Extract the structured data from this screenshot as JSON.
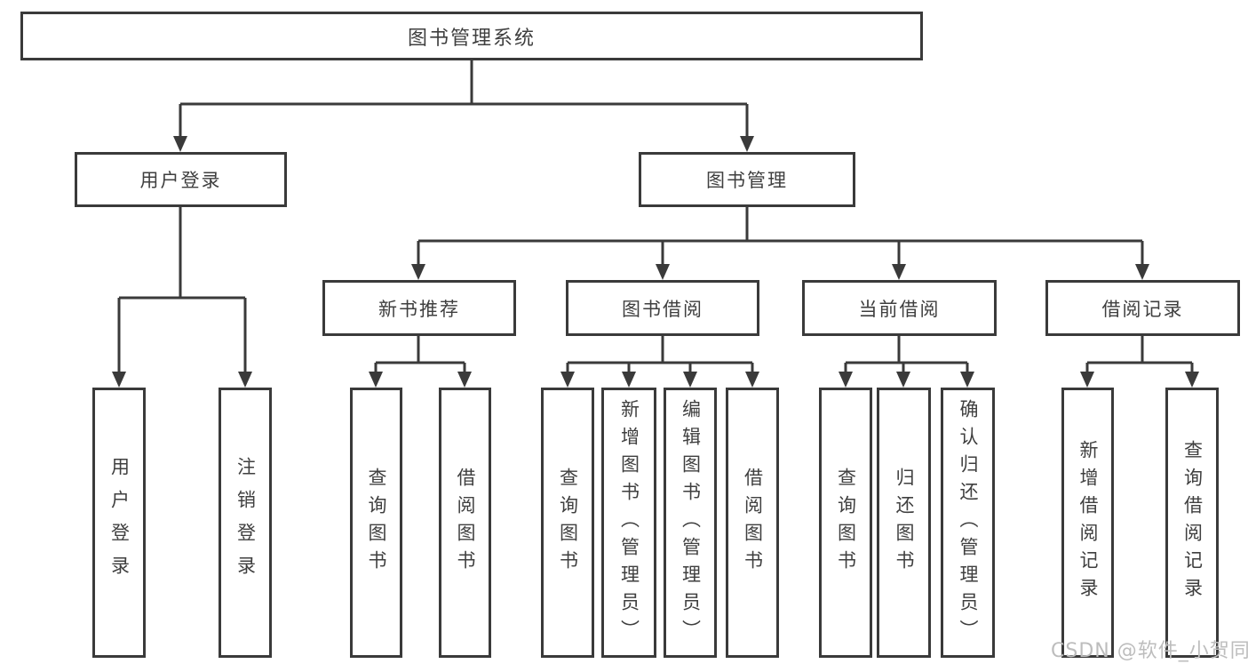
{
  "diagram": {
    "type": "hierarchy-tree",
    "colors": {
      "line": "#3a3a3a",
      "box_border": "#3a3a3a",
      "text": "#3f3f3f",
      "background": "#ffffff",
      "watermark_text_color": "#bdbdbd"
    },
    "tree": {
      "label": "图书管理系统",
      "children": [
        {
          "label": "用户登录",
          "children": [
            {
              "label": "用户登录"
            },
            {
              "label": "注销登录"
            }
          ]
        },
        {
          "label": "图书管理",
          "children": [
            {
              "label": "新书推荐",
              "children": [
                {
                  "label": "查询图书"
                },
                {
                  "label": "借阅图书"
                }
              ]
            },
            {
              "label": "图书借阅",
              "children": [
                {
                  "label": "查询图书"
                },
                {
                  "label": "新增图书（管理员）"
                },
                {
                  "label": "编辑图书（管理员）"
                },
                {
                  "label": "借阅图书"
                }
              ]
            },
            {
              "label": "当前借阅",
              "children": [
                {
                  "label": "查询图书"
                },
                {
                  "label": "归还图书"
                },
                {
                  "label": "确认归还（管理员）"
                }
              ]
            },
            {
              "label": "借阅记录",
              "children": [
                {
                  "label": "新增借阅记录"
                },
                {
                  "label": "查询借阅记录"
                }
              ]
            }
          ]
        }
      ]
    }
  },
  "watermark": {
    "text": "CSDN @软件_小贺同学"
  }
}
